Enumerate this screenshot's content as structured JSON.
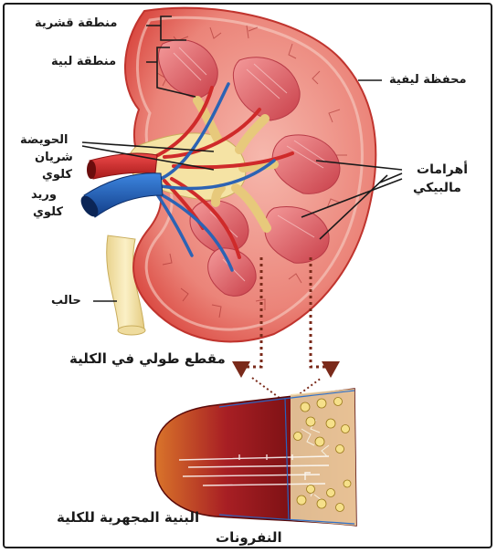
{
  "labels": {
    "cortex": "منطقة قشرية",
    "medulla": "منطقة لبية",
    "capsule": "محفظة ليفية",
    "pelvis": "الحويضة",
    "artery_1": "شريان",
    "artery_2": "كلوي",
    "vein_1": "وريد",
    "vein_2": "كلوي",
    "pyramids_1": "أهرامات",
    "pyramids_2": "مالبيكي",
    "ureter": "حالب",
    "longitudinal_section": "مقطع طولي في الكلية",
    "microscopic_structure": "البنية المجهرية للكلية",
    "nephrons": "النفرونات"
  },
  "colors": {
    "kidney_outer": "#e0574f",
    "kidney_inner": "#f0a59a",
    "pyramid": "#d8525a",
    "artery": "#d42a2a",
    "vein": "#1f5fb8",
    "ureter": "#f3e3a8",
    "text": "#1a1a1a"
  }
}
